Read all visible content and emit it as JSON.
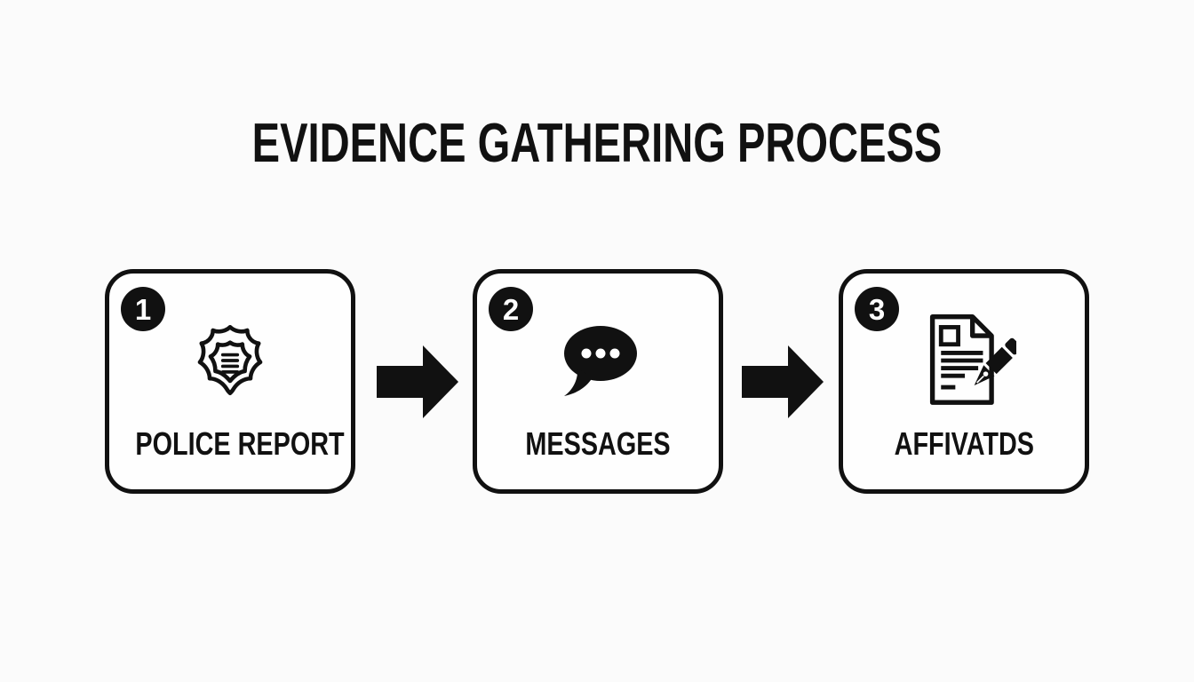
{
  "title": "EVIDENCE GATHERING PROCESS",
  "steps": [
    {
      "number": "1",
      "label": "POLICE REPORT",
      "icon": "police-badge-icon"
    },
    {
      "number": "2",
      "label": "MESSAGES",
      "icon": "speech-bubble-icon"
    },
    {
      "number": "3",
      "label": "AFFIVATDS",
      "icon": "document-pen-icon"
    }
  ],
  "connectors": [
    {
      "icon": "arrow-right-icon"
    },
    {
      "icon": "arrow-right-icon"
    }
  ],
  "colors": {
    "ink": "#111111",
    "background": "#fbfbfb",
    "box_background": "#fefefe",
    "number_text": "#ffffff"
  }
}
